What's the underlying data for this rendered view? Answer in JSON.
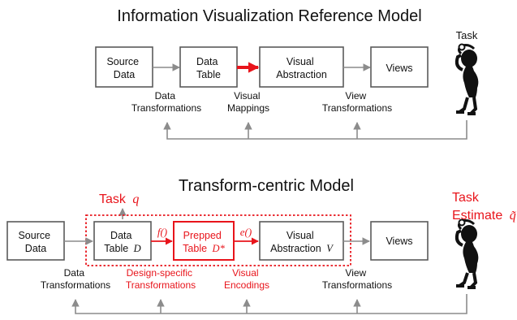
{
  "top_model": {
    "title": "Information Visualization Reference Model",
    "boxes": {
      "source": [
        "Source",
        "Data"
      ],
      "table": [
        "Data",
        "Table"
      ],
      "visual": [
        "Visual",
        "Abstraction"
      ],
      "views": "Views"
    },
    "labels": {
      "data_transformations": [
        "Data",
        "Transformations"
      ],
      "visual_mappings": [
        "Visual",
        "Mappings"
      ],
      "view_transformations": [
        "View",
        "Transformations"
      ]
    },
    "task": "Task"
  },
  "bottom_model": {
    "title": "Transform-centric Model",
    "task_q": {
      "text": "Task",
      "var": "q"
    },
    "task_estimate": {
      "line1": "Task",
      "line2": "Estimate",
      "var": "q̃"
    },
    "boxes": {
      "source": [
        "Source",
        "Data"
      ],
      "table": {
        "line1": "Data",
        "line2": "Table",
        "var": "D"
      },
      "prepped": {
        "line1": "Prepped",
        "line2": "Table",
        "var": "D*"
      },
      "visual": {
        "line1": "Visual",
        "line2": "Abstraction",
        "var": "V"
      },
      "views": "Views"
    },
    "functions": {
      "f": "f()",
      "e": "e()"
    },
    "labels": {
      "data_transformations": [
        "Data",
        "Transformations"
      ],
      "design_specific": [
        "Design-specific",
        "Transformations"
      ],
      "visual_encodings": [
        "Visual",
        "Encodings"
      ],
      "view_transformations": [
        "View",
        "Transformations"
      ]
    }
  },
  "colors": {
    "accent_red": "#e8141b",
    "box_gray": "#5a5a5a",
    "arrow_gray": "#8c8c8c",
    "text": "#111111"
  }
}
